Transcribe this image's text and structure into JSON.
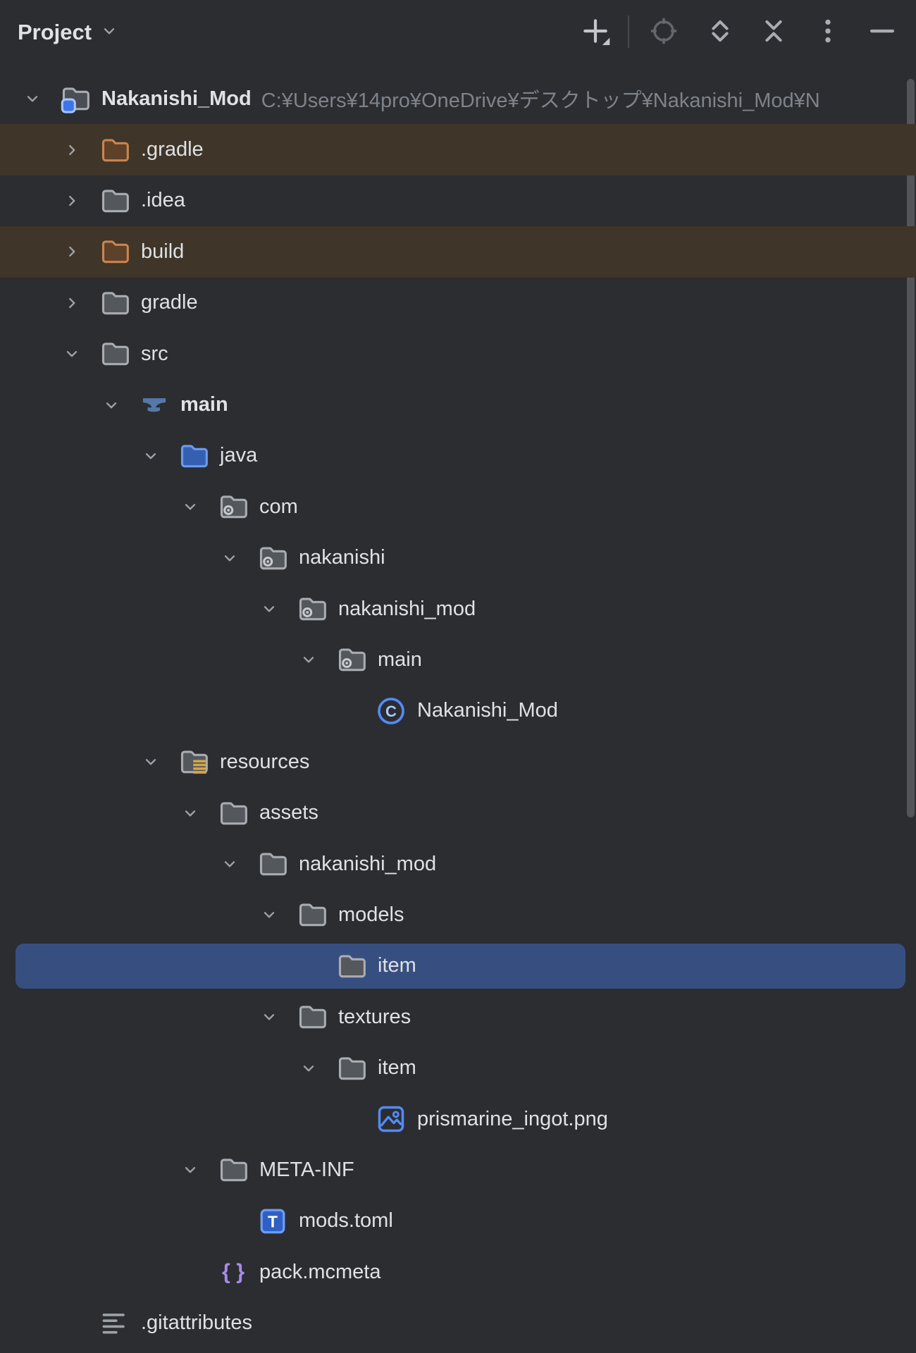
{
  "toolbar": {
    "title": "Project",
    "buttons": [
      {
        "name": "add",
        "icon": "add-icon"
      },
      {
        "name": "locate",
        "icon": "locate-target-icon"
      },
      {
        "name": "expand-all",
        "icon": "expand-all-icon"
      },
      {
        "name": "collapse-all",
        "icon": "collapse-all-icon"
      },
      {
        "name": "more-options",
        "icon": "kebab-menu-icon"
      },
      {
        "name": "hide",
        "icon": "minimize-icon"
      }
    ]
  },
  "tree": {
    "rows": [
      {
        "label": "Nakanishi_Mod",
        "level": 0,
        "icon": "project",
        "chevron": "expanded",
        "bold": true,
        "highlight": "none",
        "suffix": "C:¥Users¥14pro¥OneDrive¥デスクトップ¥Nakanishi_Mod¥N"
      },
      {
        "label": ".gradle",
        "level": 1,
        "icon": "folder-excluded",
        "chevron": "collapsed",
        "bold": false,
        "highlight": "excluded",
        "suffix": ""
      },
      {
        "label": ".idea",
        "level": 1,
        "icon": "folder",
        "chevron": "collapsed",
        "bold": false,
        "highlight": "none",
        "suffix": ""
      },
      {
        "label": "build",
        "level": 1,
        "icon": "folder-excluded",
        "chevron": "collapsed",
        "bold": false,
        "highlight": "excluded",
        "suffix": ""
      },
      {
        "label": "gradle",
        "level": 1,
        "icon": "folder",
        "chevron": "collapsed",
        "bold": false,
        "highlight": "none",
        "suffix": ""
      },
      {
        "label": "src",
        "level": 1,
        "icon": "folder",
        "chevron": "expanded",
        "bold": false,
        "highlight": "none",
        "suffix": ""
      },
      {
        "label": "main",
        "level": 2,
        "icon": "anvil",
        "chevron": "expanded",
        "bold": true,
        "highlight": "none",
        "suffix": ""
      },
      {
        "label": "java",
        "level": 3,
        "icon": "folder-source",
        "chevron": "expanded",
        "bold": false,
        "highlight": "none",
        "suffix": ""
      },
      {
        "label": "com",
        "level": 4,
        "icon": "package",
        "chevron": "expanded",
        "bold": false,
        "highlight": "none",
        "suffix": ""
      },
      {
        "label": "nakanishi",
        "level": 5,
        "icon": "package",
        "chevron": "expanded",
        "bold": false,
        "highlight": "none",
        "suffix": ""
      },
      {
        "label": "nakanishi_mod",
        "level": 6,
        "icon": "package",
        "chevron": "expanded",
        "bold": false,
        "highlight": "none",
        "suffix": ""
      },
      {
        "label": "main",
        "level": 7,
        "icon": "package",
        "chevron": "expanded",
        "bold": false,
        "highlight": "none",
        "suffix": ""
      },
      {
        "label": "Nakanishi_Mod",
        "level": 8,
        "icon": "class",
        "chevron": "none",
        "bold": false,
        "highlight": "none",
        "suffix": ""
      },
      {
        "label": "resources",
        "level": 3,
        "icon": "folder-resources",
        "chevron": "expanded",
        "bold": false,
        "highlight": "none",
        "suffix": ""
      },
      {
        "label": "assets",
        "level": 4,
        "icon": "folder",
        "chevron": "expanded",
        "bold": false,
        "highlight": "none",
        "suffix": ""
      },
      {
        "label": "nakanishi_mod",
        "level": 5,
        "icon": "folder",
        "chevron": "expanded",
        "bold": false,
        "highlight": "none",
        "suffix": ""
      },
      {
        "label": "models",
        "level": 6,
        "icon": "folder",
        "chevron": "expanded",
        "bold": false,
        "highlight": "none",
        "suffix": ""
      },
      {
        "label": "item",
        "level": 7,
        "icon": "folder",
        "chevron": "none",
        "bold": false,
        "highlight": "selected",
        "suffix": ""
      },
      {
        "label": "textures",
        "level": 6,
        "icon": "folder",
        "chevron": "expanded",
        "bold": false,
        "highlight": "none",
        "suffix": ""
      },
      {
        "label": "item",
        "level": 7,
        "icon": "folder",
        "chevron": "expanded",
        "bold": false,
        "highlight": "none",
        "suffix": ""
      },
      {
        "label": "prismarine_ingot.png",
        "level": 8,
        "icon": "image",
        "chevron": "none",
        "bold": false,
        "highlight": "none",
        "suffix": ""
      },
      {
        "label": "META-INF",
        "level": 4,
        "icon": "folder",
        "chevron": "expanded",
        "bold": false,
        "highlight": "none",
        "suffix": ""
      },
      {
        "label": "mods.toml",
        "level": 5,
        "icon": "toml",
        "chevron": "none",
        "bold": false,
        "highlight": "none",
        "suffix": ""
      },
      {
        "label": "pack.mcmeta",
        "level": 4,
        "icon": "braces",
        "chevron": "none",
        "bold": false,
        "highlight": "none",
        "suffix": ""
      },
      {
        "label": ".gitattributes",
        "level": 1,
        "icon": "text-lines",
        "chevron": "none",
        "bold": false,
        "highlight": "none",
        "suffix": ""
      }
    ]
  },
  "colors": {
    "panel_bg": "#2B2D30",
    "text": "#DFE1E5",
    "path_text": "#7E828B",
    "selection_row": "#374F80",
    "excluded_row": "#3F3528",
    "folder_gray_stroke": "#A9ACB2",
    "folder_gray_fill": "#54575C",
    "folder_excluded_stroke": "#C9854F",
    "folder_excluded_fill": "#5E4129",
    "source_root_blue": "#3560B2",
    "accent_blue": "#548AF7",
    "resources_gold": "#D5A54A",
    "mcmeta_purple": "#A98AEA",
    "anvil_blue": "#5578A8",
    "chevron_gray": "#9DA1A8"
  }
}
